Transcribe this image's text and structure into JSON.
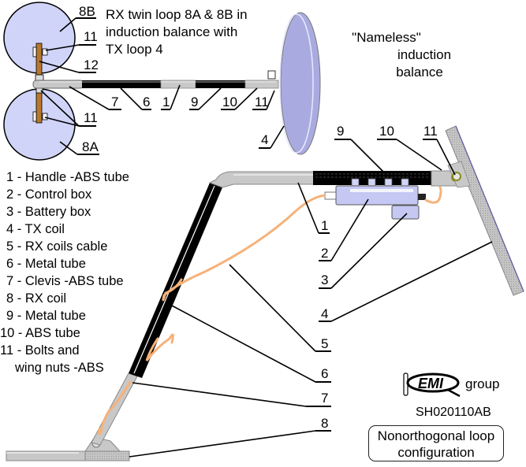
{
  "title_rx": [
    "RX twin loop 8A & 8B in",
    "induction balance with",
    "TX loop 4"
  ],
  "title_nameless": [
    "\"Nameless\"",
    "induction",
    "balance"
  ],
  "legend": [
    "1 - Handle -ABS tube",
    "2 - Control box",
    "3 - Battery box",
    "4 - TX coil",
    "5 - RX coils cable",
    "6 - Metal tube",
    "7 - Clevis -ABS tube",
    "8 - RX coil",
    "9 - Metal tube",
    "10 - ABS tube",
    "11 - Bolts and",
    "wing nuts -ABS"
  ],
  "top_callouts": {
    "c8b": "8B",
    "c11a": "11",
    "c12": "12",
    "c11b": "11",
    "c8a": "8A",
    "c7": "7",
    "c6": "6",
    "c1": "1",
    "c9": "9",
    "c10": "10",
    "c11c": "11",
    "c4": "4"
  },
  "main_callouts": {
    "c9": "9",
    "c10": "10",
    "c11": "11",
    "c1": "1",
    "c2": "2",
    "c3": "3",
    "c4": "4",
    "c5": "5",
    "c6": "6",
    "c7": "7",
    "c8": "8"
  },
  "logo": {
    "text": "EMI",
    "suffix": "group"
  },
  "code": "SH020110AB",
  "caption": [
    "Nonorthogonal loop",
    "configuration"
  ],
  "colors": {
    "coil_fill": "#d0d4f8",
    "tx_fill": "#a9abe0",
    "tube_gray": "#c8c8c8",
    "metal_black": "#000000",
    "cable_orange": "#f6b27a",
    "rod_brown": "#b8782c"
  }
}
